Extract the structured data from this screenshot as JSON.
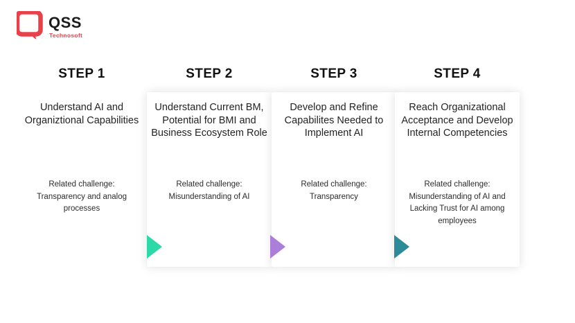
{
  "brand": {
    "name": "QSS",
    "tagline": "Technosoft",
    "logo_icon": "qss-speech-bubble-logo",
    "mark_color": "#e8414a",
    "tagline_color": "#e8414a",
    "title_color": "#1b1b1b"
  },
  "diagram_data": {
    "type": "process-flow",
    "orientation": "horizontal",
    "step_count": 4,
    "steps": [
      {
        "heading": "STEP 1",
        "title": "Understand AI and Organiztional Capabilities",
        "challenge": "Related challenge: Transparency and analog processes",
        "challenge_label": "Related challenge:",
        "challenge_text": "Transparency and analog processes"
      },
      {
        "heading": "STEP 2",
        "title": "Understand Current BM, Potential for BMI and Business Ecosystem Role",
        "challenge": "Related challenge: Misunderstanding of AI",
        "challenge_label": "Related challenge:",
        "challenge_text": "Misunderstanding of AI"
      },
      {
        "heading": "STEP 3",
        "title": "Develop and Refine Capabilites Needed to Implement AI",
        "challenge": "Related challenge: Transparency",
        "challenge_label": "Related challenge:",
        "challenge_text": "Transparency"
      },
      {
        "heading": "STEP 4",
        "title": "Reach Organizational Acceptance and Develop Internal Competencies",
        "challenge": "Related challenge: Misunderstanding of AI and Lacking Trust for AI among employees",
        "challenge_label": "Related challenge:",
        "challenge_text": "Misunderstanding of AI and Lacking Trust for AI among employees"
      }
    ],
    "connectors": [
      {
        "from": "STEP 1",
        "to": "STEP 2",
        "shape": "right-triangle",
        "color": "#2ed9a8"
      },
      {
        "from": "STEP 2",
        "to": "STEP 3",
        "shape": "right-triangle",
        "color": "#ab7fd9"
      },
      {
        "from": "STEP 3",
        "to": "STEP 4",
        "shape": "right-triangle",
        "color": "#2c8a99"
      }
    ],
    "background_color": "#ffffff",
    "heading_color": "#111111",
    "body_text_color": "#232323"
  }
}
